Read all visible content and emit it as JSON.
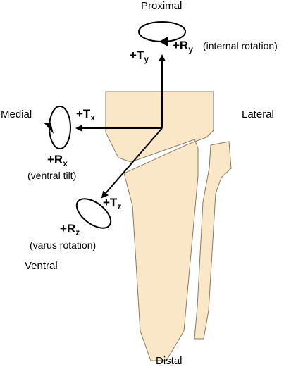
{
  "colors": {
    "bone_fill": "#fae7c8",
    "bone_stroke": "#8a7a5f",
    "line": "#000000",
    "background": "#ffffff"
  },
  "directions": {
    "proximal": "Proximal",
    "distal": "Distal",
    "medial": "Medial",
    "lateral": "Lateral",
    "ventral": "Ventral"
  },
  "axes": {
    "ty": {
      "sign_letter": "+T",
      "subscript": "y"
    },
    "tx": {
      "sign_letter": "+T",
      "subscript": "x"
    },
    "tz": {
      "sign_letter": "+T",
      "subscript": "z"
    },
    "ry": {
      "sign_letter": "+R",
      "subscript": "y",
      "description": "(internal rotation)"
    },
    "rx": {
      "sign_letter": "+R",
      "subscript": "x",
      "description": "(ventral tilt)"
    },
    "rz": {
      "sign_letter": "+R",
      "subscript": "z",
      "description": "(varus rotation)"
    }
  }
}
